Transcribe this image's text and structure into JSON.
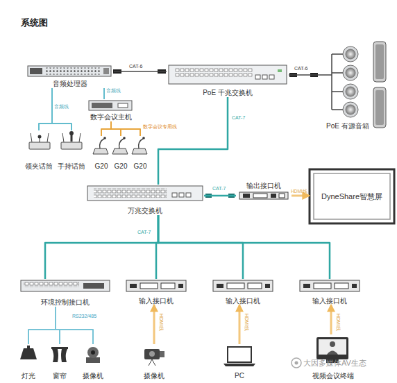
{
  "diagram": {
    "title": "系统图",
    "nodes": [
      {
        "text": [
          "音频处理器"
        ]
      },
      {
        "text": [
          "PoE 千兆交换机"
        ]
      },
      {
        "text": [
          "PoE 有源音箱"
        ]
      },
      {
        "text": [
          "数字会议主机"
        ]
      },
      {
        "text": [
          "领夹话筒"
        ]
      },
      {
        "text": [
          "手持话筒"
        ]
      },
      {
        "text": [
          "G20"
        ]
      },
      {
        "text": [
          "G20"
        ]
      },
      {
        "text": [
          "G20"
        ]
      },
      {
        "text": [
          "万兆交换机"
        ]
      },
      {
        "text": [
          "输出接口机"
        ]
      },
      {
        "text": [
          "DyneShare智慧屏"
        ]
      },
      {
        "text": [
          "环境控制接口机"
        ]
      },
      {
        "text": [
          "输入接口机"
        ]
      },
      {
        "text": [
          "输入接口机"
        ]
      },
      {
        "text": [
          "输入接口机"
        ]
      },
      {
        "text": [
          "灯光"
        ]
      },
      {
        "text": [
          "窗帘"
        ]
      },
      {
        "text": [
          "摄像机"
        ]
      },
      {
        "text": [
          "摄像机"
        ]
      },
      {
        "text": [
          "PC"
        ]
      },
      {
        "text": [
          "视频会议终端"
        ]
      }
    ],
    "edges": [
      {
        "from": 0,
        "to": 1,
        "arrow": "none",
        "label": "CAT-6"
      },
      {
        "from": 1,
        "to": 2,
        "arrow": "none",
        "label": "CAT-6"
      },
      {
        "from": 0,
        "to": 3,
        "arrow": "none",
        "label": "音频线"
      },
      {
        "from": 0,
        "to": 4,
        "arrow": "none",
        "label": "音频线"
      },
      {
        "from": 0,
        "to": 5,
        "arrow": "none"
      },
      {
        "from": 3,
        "to": 6,
        "arrow": "none",
        "label": "数字会议专用线"
      },
      {
        "from": 3,
        "to": 7,
        "arrow": "none"
      },
      {
        "from": 3,
        "to": 8,
        "arrow": "none"
      },
      {
        "from": 1,
        "to": 9,
        "arrow": "none",
        "label": "CAT-7"
      },
      {
        "from": 9,
        "to": 10,
        "arrow": "none",
        "label": "CAT-7"
      },
      {
        "from": 10,
        "to": 11,
        "arrow": "to",
        "label": "HDMI线"
      },
      {
        "from": 9,
        "to": 12,
        "arrow": "none",
        "label": "CAT-7"
      },
      {
        "from": 9,
        "to": 13,
        "arrow": "none"
      },
      {
        "from": 9,
        "to": 14,
        "arrow": "none"
      },
      {
        "from": 9,
        "to": 15,
        "arrow": "none"
      },
      {
        "from": 12,
        "to": 16,
        "arrow": "none",
        "label": "RS232/485"
      },
      {
        "from": 12,
        "to": 17,
        "arrow": "none"
      },
      {
        "from": 12,
        "to": 18,
        "arrow": "none"
      },
      {
        "from": 19,
        "to": 13,
        "arrow": "to",
        "label": "HDMI线"
      },
      {
        "from": 20,
        "to": 14,
        "arrow": "to",
        "label": "HDMI线"
      },
      {
        "from": 21,
        "to": 15,
        "arrow": "to",
        "label": "HDMI线"
      }
    ],
    "labels": [
      "大因多媒体AV生态"
    ]
  }
}
